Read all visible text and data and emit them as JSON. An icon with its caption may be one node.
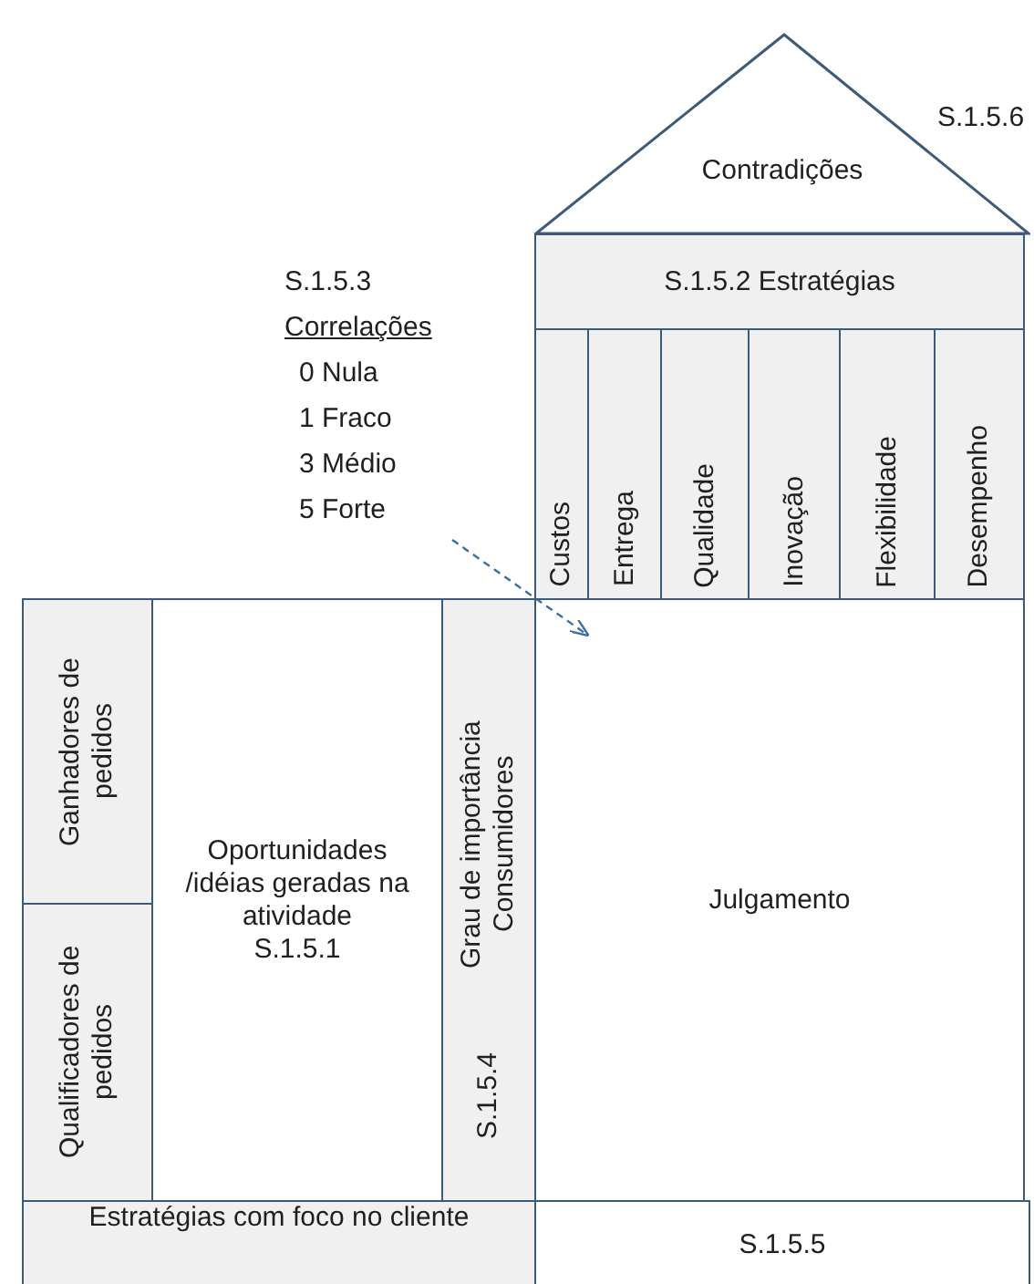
{
  "diagram": {
    "nodes": [
      {
        "text": [
          "Contradições"
        ],
        "beside": [
          "S.1.5.6"
        ]
      },
      {
        "text": [
          "S.1.5.2 Estratégias"
        ]
      },
      {
        "text": [
          "Custos"
        ]
      },
      {
        "text": [
          "Entrega"
        ]
      },
      {
        "text": [
          "Qualidade"
        ]
      },
      {
        "text": [
          "Inovação"
        ]
      },
      {
        "text": [
          "Flexibilidade"
        ]
      },
      {
        "text": [
          "Desempenho"
        ]
      },
      {
        "text": [
          "S.1.5.3",
          "Correlações",
          "0 Nula",
          "1 Fraco",
          "3 Médio",
          "5 Forte"
        ]
      },
      {
        "text": [
          "Julgamento"
        ]
      },
      {
        "text": [
          "Ganhadores de pedidos"
        ]
      },
      {
        "text": [
          "Qualificadores de pedidos"
        ]
      },
      {
        "text": [
          "Oportunidades /idéias geradas na atividade",
          "S.1.5.1"
        ]
      },
      {
        "text": [
          "Grau de importância Consumidores",
          "S.1.5.4"
        ]
      },
      {
        "text": [
          "Estratégias com foco no cliente"
        ]
      },
      {
        "text": [
          "S.1.5.5"
        ]
      }
    ],
    "edges": [
      {
        "from": 8,
        "to": 9,
        "arrow": "to",
        "style": "dashed"
      }
    ]
  }
}
